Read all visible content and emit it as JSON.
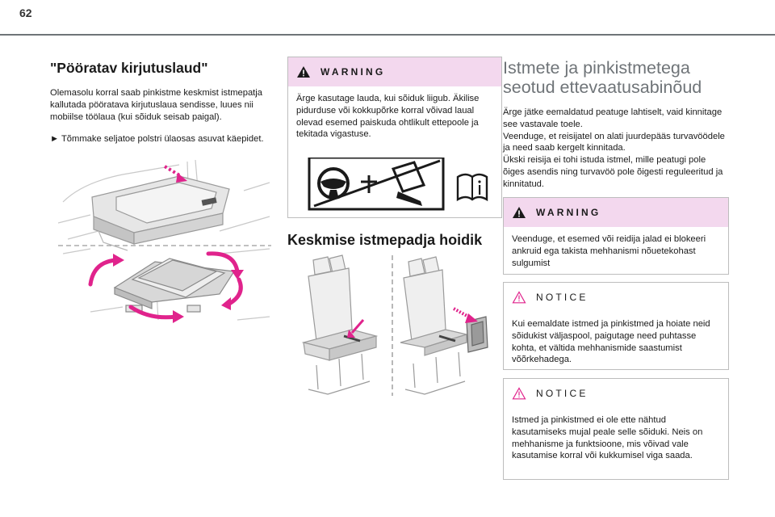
{
  "page": {
    "number": "62"
  },
  "col1": {
    "title": "\"Pööratav kirjutuslaud\"",
    "paragraph": "Olemasolu korral saab pinkistme keskmist istmepatja kallutada pööratava kirjutuslaua sendisse, luues nii mobiilse töölaua (kui sõiduk seisab paigal).",
    "step": "► Tõmmake seljatoe polstri ülaosas asuvat käepidet."
  },
  "col2": {
    "warning_box": {
      "label": "WARNING",
      "text": "Ärge kasutage lauda, kui sõiduk liigub. Äkilise pidurduse või kokkupõrke korral võivad laual olevad esemed paiskuda ohtlikult ettepoole ja tekitada vigastuse."
    },
    "title": "Keskmise istmepadja hoidik"
  },
  "col3": {
    "title": "Istmete ja pinkistmetega seotud ettevaatusabinõud",
    "paragraph": "Ärge jätke eemaldatud peatuge lahtiselt, vaid kinnitage see vastavale toele.\nVeenduge, et reisijatel on alati juurdepääs turvavöödele ja need saab kergelt kinnitada.\nÜkski reisija ei tohi istuda istmel, mille peatugi pole õiges asendis ning turvavöö pole õigesti reguleeritud ja kinnitatud.",
    "warning_box": {
      "label": "WARNING",
      "text": "Veenduge, et esemed või reidija jalad ei blokeeri ankruid ega takista mehhanismi nõuetekohast sulgumist"
    },
    "notice_1": {
      "label": "NOTICE",
      "text": "Kui eemaldate istmed ja pinkistmed ja hoiate neid sõidukist väljaspool, paigutage need puhtasse kohta, et vältida mehhanismide saastumist võõrkehadega."
    },
    "notice_2": {
      "label": "NOTICE",
      "text": "Istmed ja pinkistmed ei ole ette nähtud kasutamiseks mujal peale selle sõiduki. Neis on mehhanisme ja funktsioone, mis võivad vale kasutamise korral või kukkumisel viga saada."
    }
  },
  "colors": {
    "accent_pink": "#e0238c",
    "warning_bg": "#f3d8ee",
    "rule": "#6f7478",
    "title_grey": "#6f7478"
  },
  "icons": [
    "warning-triangle-icon",
    "notice-triangle-icon",
    "steering-wheel-prohibited-icon",
    "manual-info-icon"
  ]
}
